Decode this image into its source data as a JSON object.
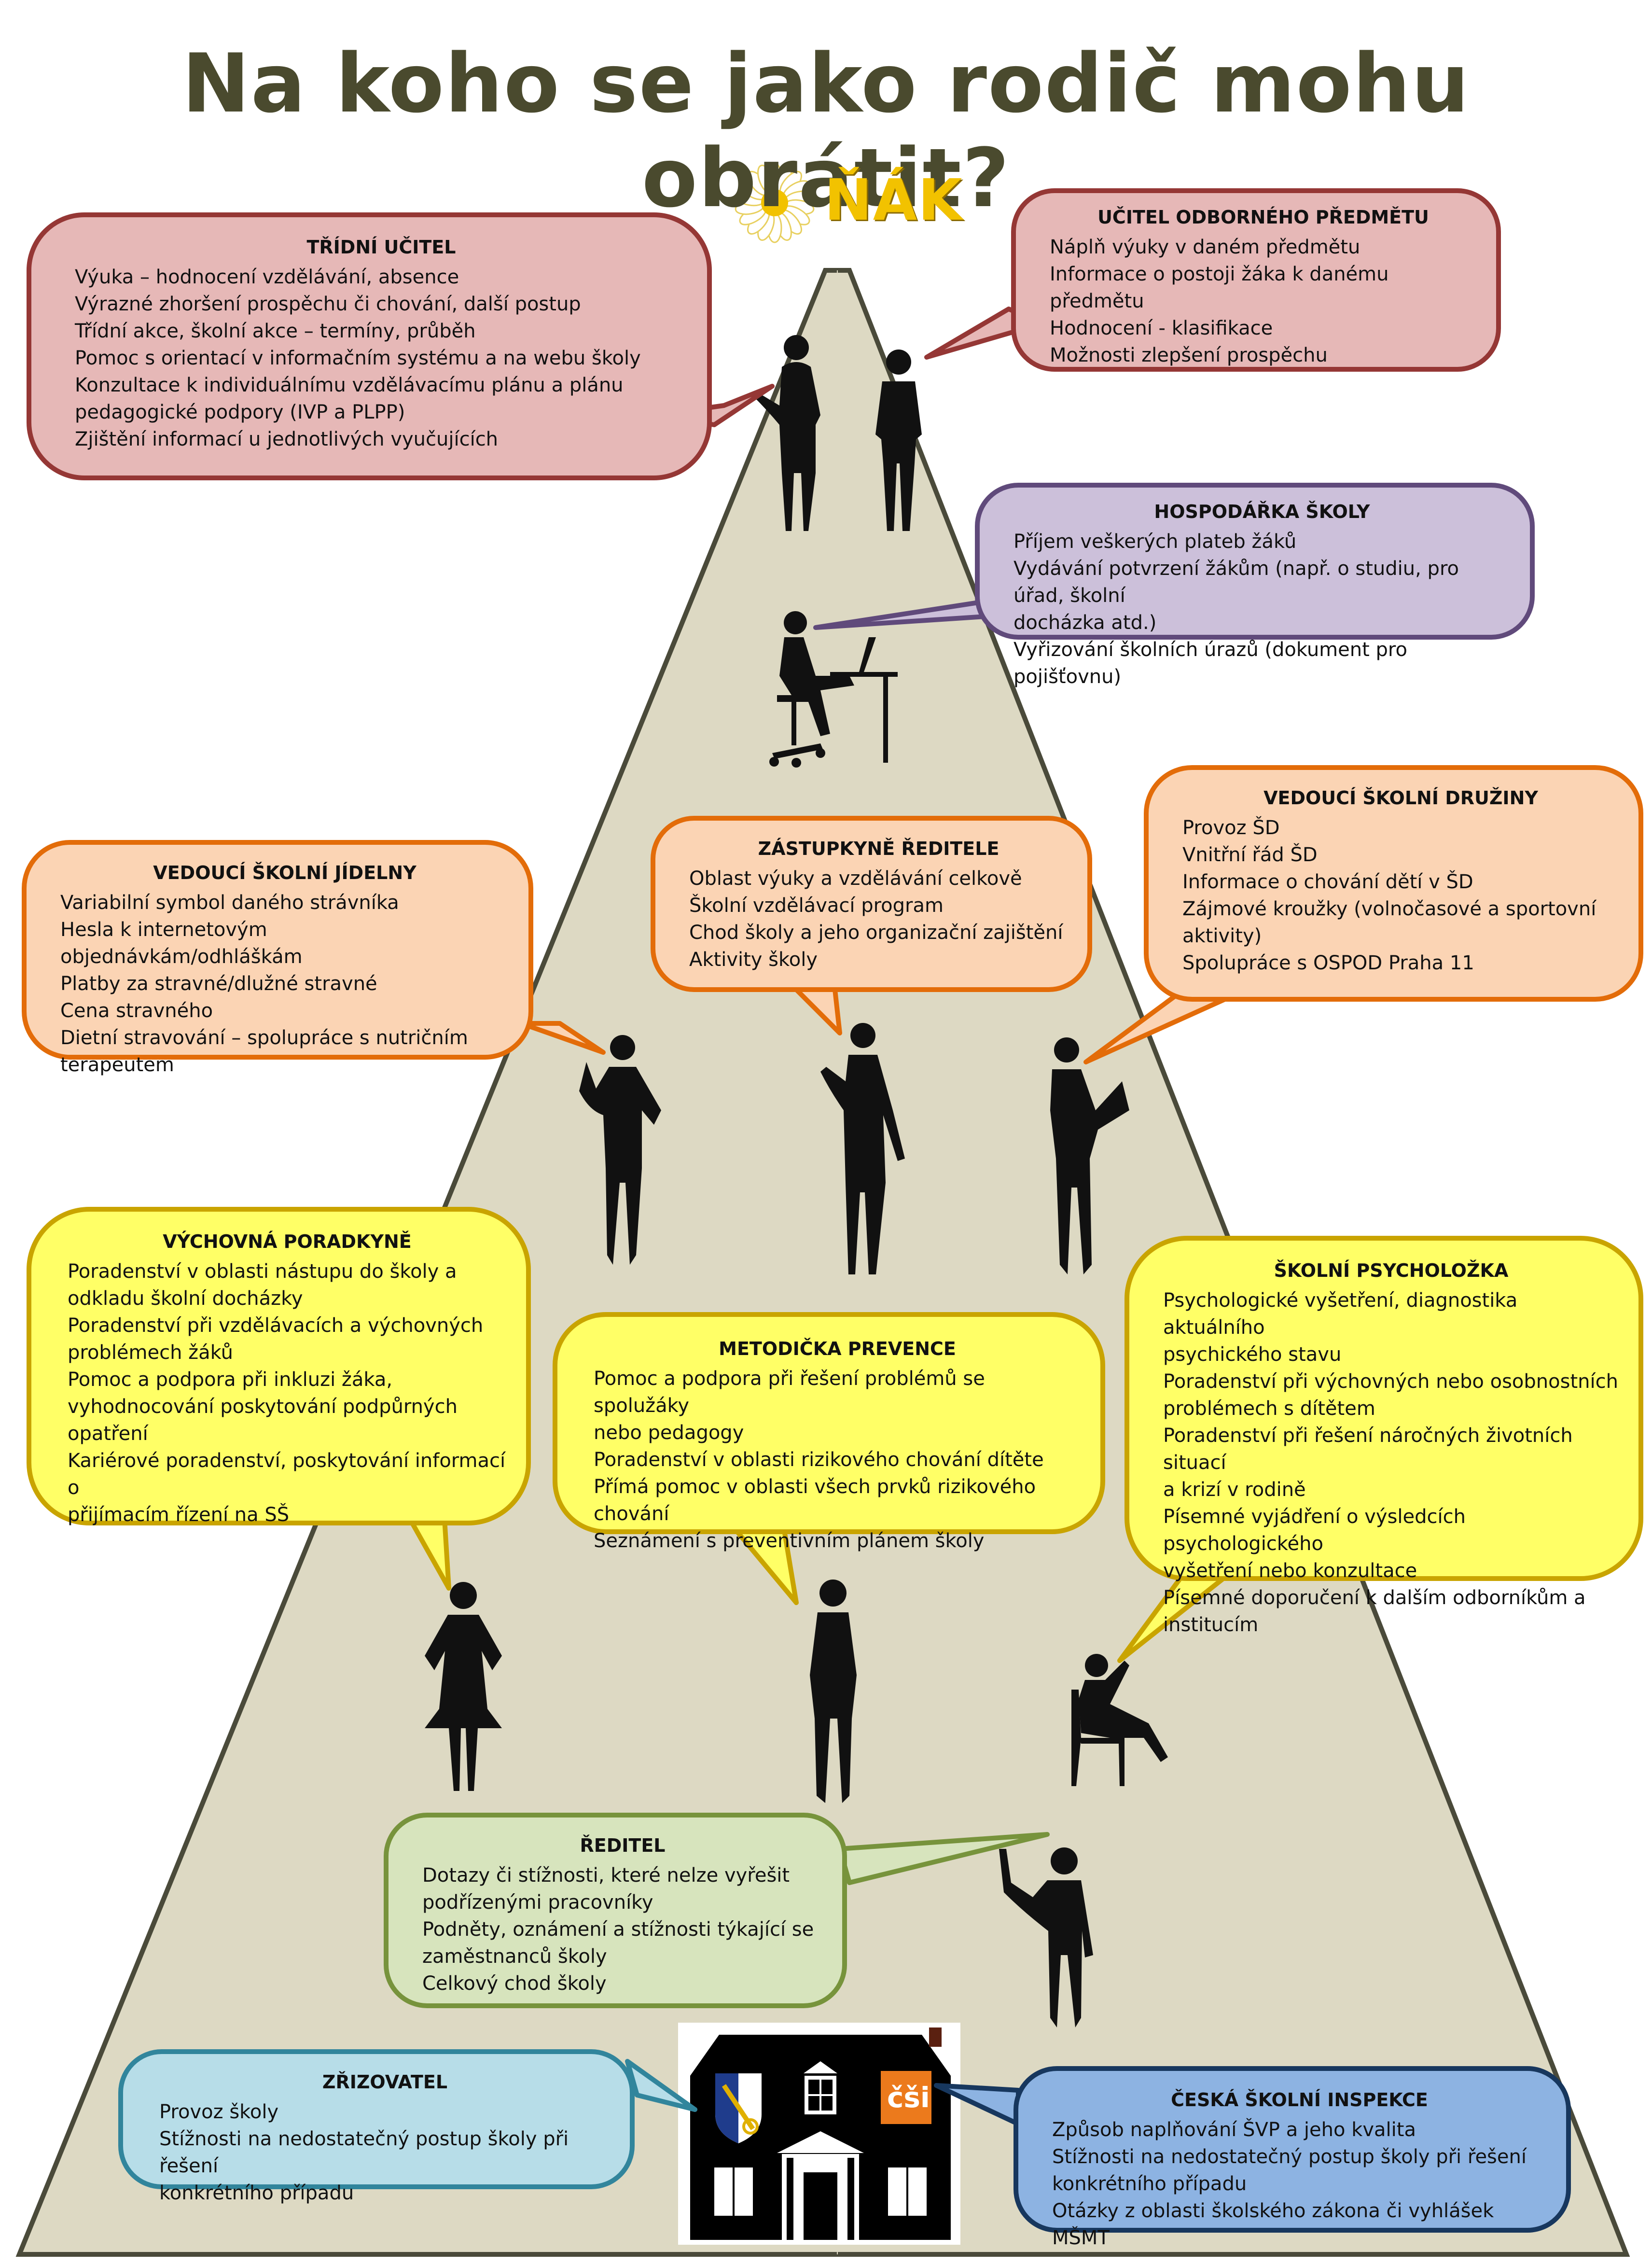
{
  "title": "Na koho se jako rodič mohu obrátit?",
  "logo": {
    "text": "ŇÁK",
    "icon": "daisy-flower-icon"
  },
  "boxes": {
    "tridni_ucitel": {
      "heading": "TŘÍDNÍ UČITEL",
      "color": "#e6b8b7",
      "border": "#953735",
      "items": [
        "Výuka – hodnocení vzdělávání, absence",
        "Výrazné zhoršení prospěchu či chování, další postup",
        "Třídní akce, školní akce – termíny, průběh",
        "Pomoc s orientací v informačním systému a na webu školy",
        "Konzultace k individuálnímu vzdělávacímu plánu a plánu",
        "pedagogické podpory (IVP a PLPP)",
        "Zjištění informací u jednotlivých vyučujících"
      ]
    },
    "ucitel_odborneho": {
      "heading": "UČITEL ODBORNÉHO PŘEDMĚTU",
      "color": "#e6b8b7",
      "border": "#953735",
      "items": [
        "Náplň výuky v daném předmětu",
        "Informace o postoji žáka k danému předmětu",
        "Hodnocení -  klasifikace",
        "Možnosti zlepšení prospěchu"
      ]
    },
    "hospodarka": {
      "heading": "HOSPODÁŘKA ŠKOLY",
      "color": "#ccc0da",
      "border": "#604a7b",
      "items": [
        "Příjem veškerých plateb žáků",
        "Vydávání potvrzení žákům (např. o studiu, pro úřad, školní",
        "docházka atd.)",
        "Vyřizování školních  úrazů (dokument pro pojišťovnu)"
      ]
    },
    "jidelna": {
      "heading": "VEDOUCÍ ŠKOLNÍ JÍDELNY",
      "color": "#fbd4b4",
      "border": "#e36c09",
      "items": [
        "Variabilní symbol daného strávníka",
        "Hesla k internetovým objednávkám/odhláškám",
        "Platby za stravné/dlužné stravné",
        "Cena stravného",
        "Dietní stravování – spolupráce s nutričním",
        "terapeutem"
      ]
    },
    "zastupkyne": {
      "heading": "ZÁSTUPKYNĚ ŘEDITELE",
      "color": "#fbd4b4",
      "border": "#e36c09",
      "items": [
        "Oblast výuky a vzdělávání celkově",
        "Školní vzdělávací program",
        "Chod školy a jeho organizační zajištění",
        "Aktivity školy"
      ]
    },
    "druzina": {
      "heading": "VEDOUCÍ ŠKOLNÍ DRUŽINY",
      "color": "#fbd4b4",
      "border": "#e36c09",
      "items": [
        "Provoz ŠD",
        "Vnitřní řád ŠD",
        "Informace o chování dětí v ŠD",
        "Zájmové kroužky (volnočasové a sportovní",
        "aktivity)",
        "Spolupráce s OSPOD Praha 11"
      ]
    },
    "poradkyne": {
      "heading": "VÝCHOVNÁ PORADKYNĚ",
      "color": "#ffff66",
      "border": "#c9a400",
      "items": [
        "Poradenství v oblasti nástupu do školy a",
        "odkladu školní docházky",
        "Poradenství při vzdělávacích a výchovných",
        "problémech žáků",
        "Pomoc a podpora při inkluzi žáka,",
        "vyhodnocování poskytování podpůrných",
        "opatření",
        "Kariérové poradenství, poskytování informací o",
        "přijímacím řízení na SŠ"
      ]
    },
    "metodicka": {
      "heading": "METODIČKA PREVENCE",
      "color": "#ffff66",
      "border": "#c9a400",
      "items": [
        "Pomoc a podpora při řešení problémů se spolužáky",
        "nebo pedagogy",
        "Poradenství v oblasti rizikového chování dítěte",
        "Přímá pomoc v oblasti všech prvků rizikového",
        "chování",
        "Seznámení s preventivním plánem školy"
      ]
    },
    "psycholozka": {
      "heading": "ŠKOLNÍ PSYCHOLOŽKA",
      "color": "#ffff66",
      "border": "#c9a400",
      "items": [
        "Psychologické vyšetření, diagnostika aktuálního",
        "psychického stavu",
        "Poradenství při výchovných nebo osobnostních",
        "problémech s dítětem",
        "Poradenství při řešení náročných životních situací",
        "a krizí v rodině",
        "Písemné vyjádření o výsledcích psychologického",
        "vyšetření nebo konzultace",
        "Písemné doporučení k dalším odborníkům a",
        "institucím"
      ]
    },
    "reditel": {
      "heading": "ŘEDITEL",
      "color": "#d7e4bd",
      "border": "#77933c",
      "items": [
        "Dotazy či stížnosti, které nelze vyřešit",
        "podřízenými pracovníky",
        "Podněty, oznámení a stížnosti týkající se",
        "zaměstnanců školy",
        "Celkový chod školy"
      ]
    },
    "zrizovatel": {
      "heading": "ZŘIZOVATEL",
      "color": "#b7dde8",
      "border": "#31859c",
      "items": [
        "Provoz školy",
        "Stížnosti na nedostatečný postup školy při řešení",
        "konkrétního případu"
      ]
    },
    "csi": {
      "heading": "ČESKÁ ŠKOLNÍ INSPEKCE",
      "color": "#8db3e2",
      "border": "#17375e",
      "items": [
        "Způsob naplňování ŠVP a jeho kvalita",
        "Stížnosti na nedostatečný postup školy při řešení",
        "konkrétního případu",
        "Otázky z oblasti školského zákona či vyhlášek MŠMT"
      ]
    }
  },
  "building": {
    "left_emblem": "key-coat-of-arms-icon",
    "right_emblem_text": "čši",
    "icon": "school-building-icon"
  },
  "colors": {
    "road": "#ddd9c3",
    "road_border": "#4a4a3a",
    "title": "#4a4a2e"
  }
}
